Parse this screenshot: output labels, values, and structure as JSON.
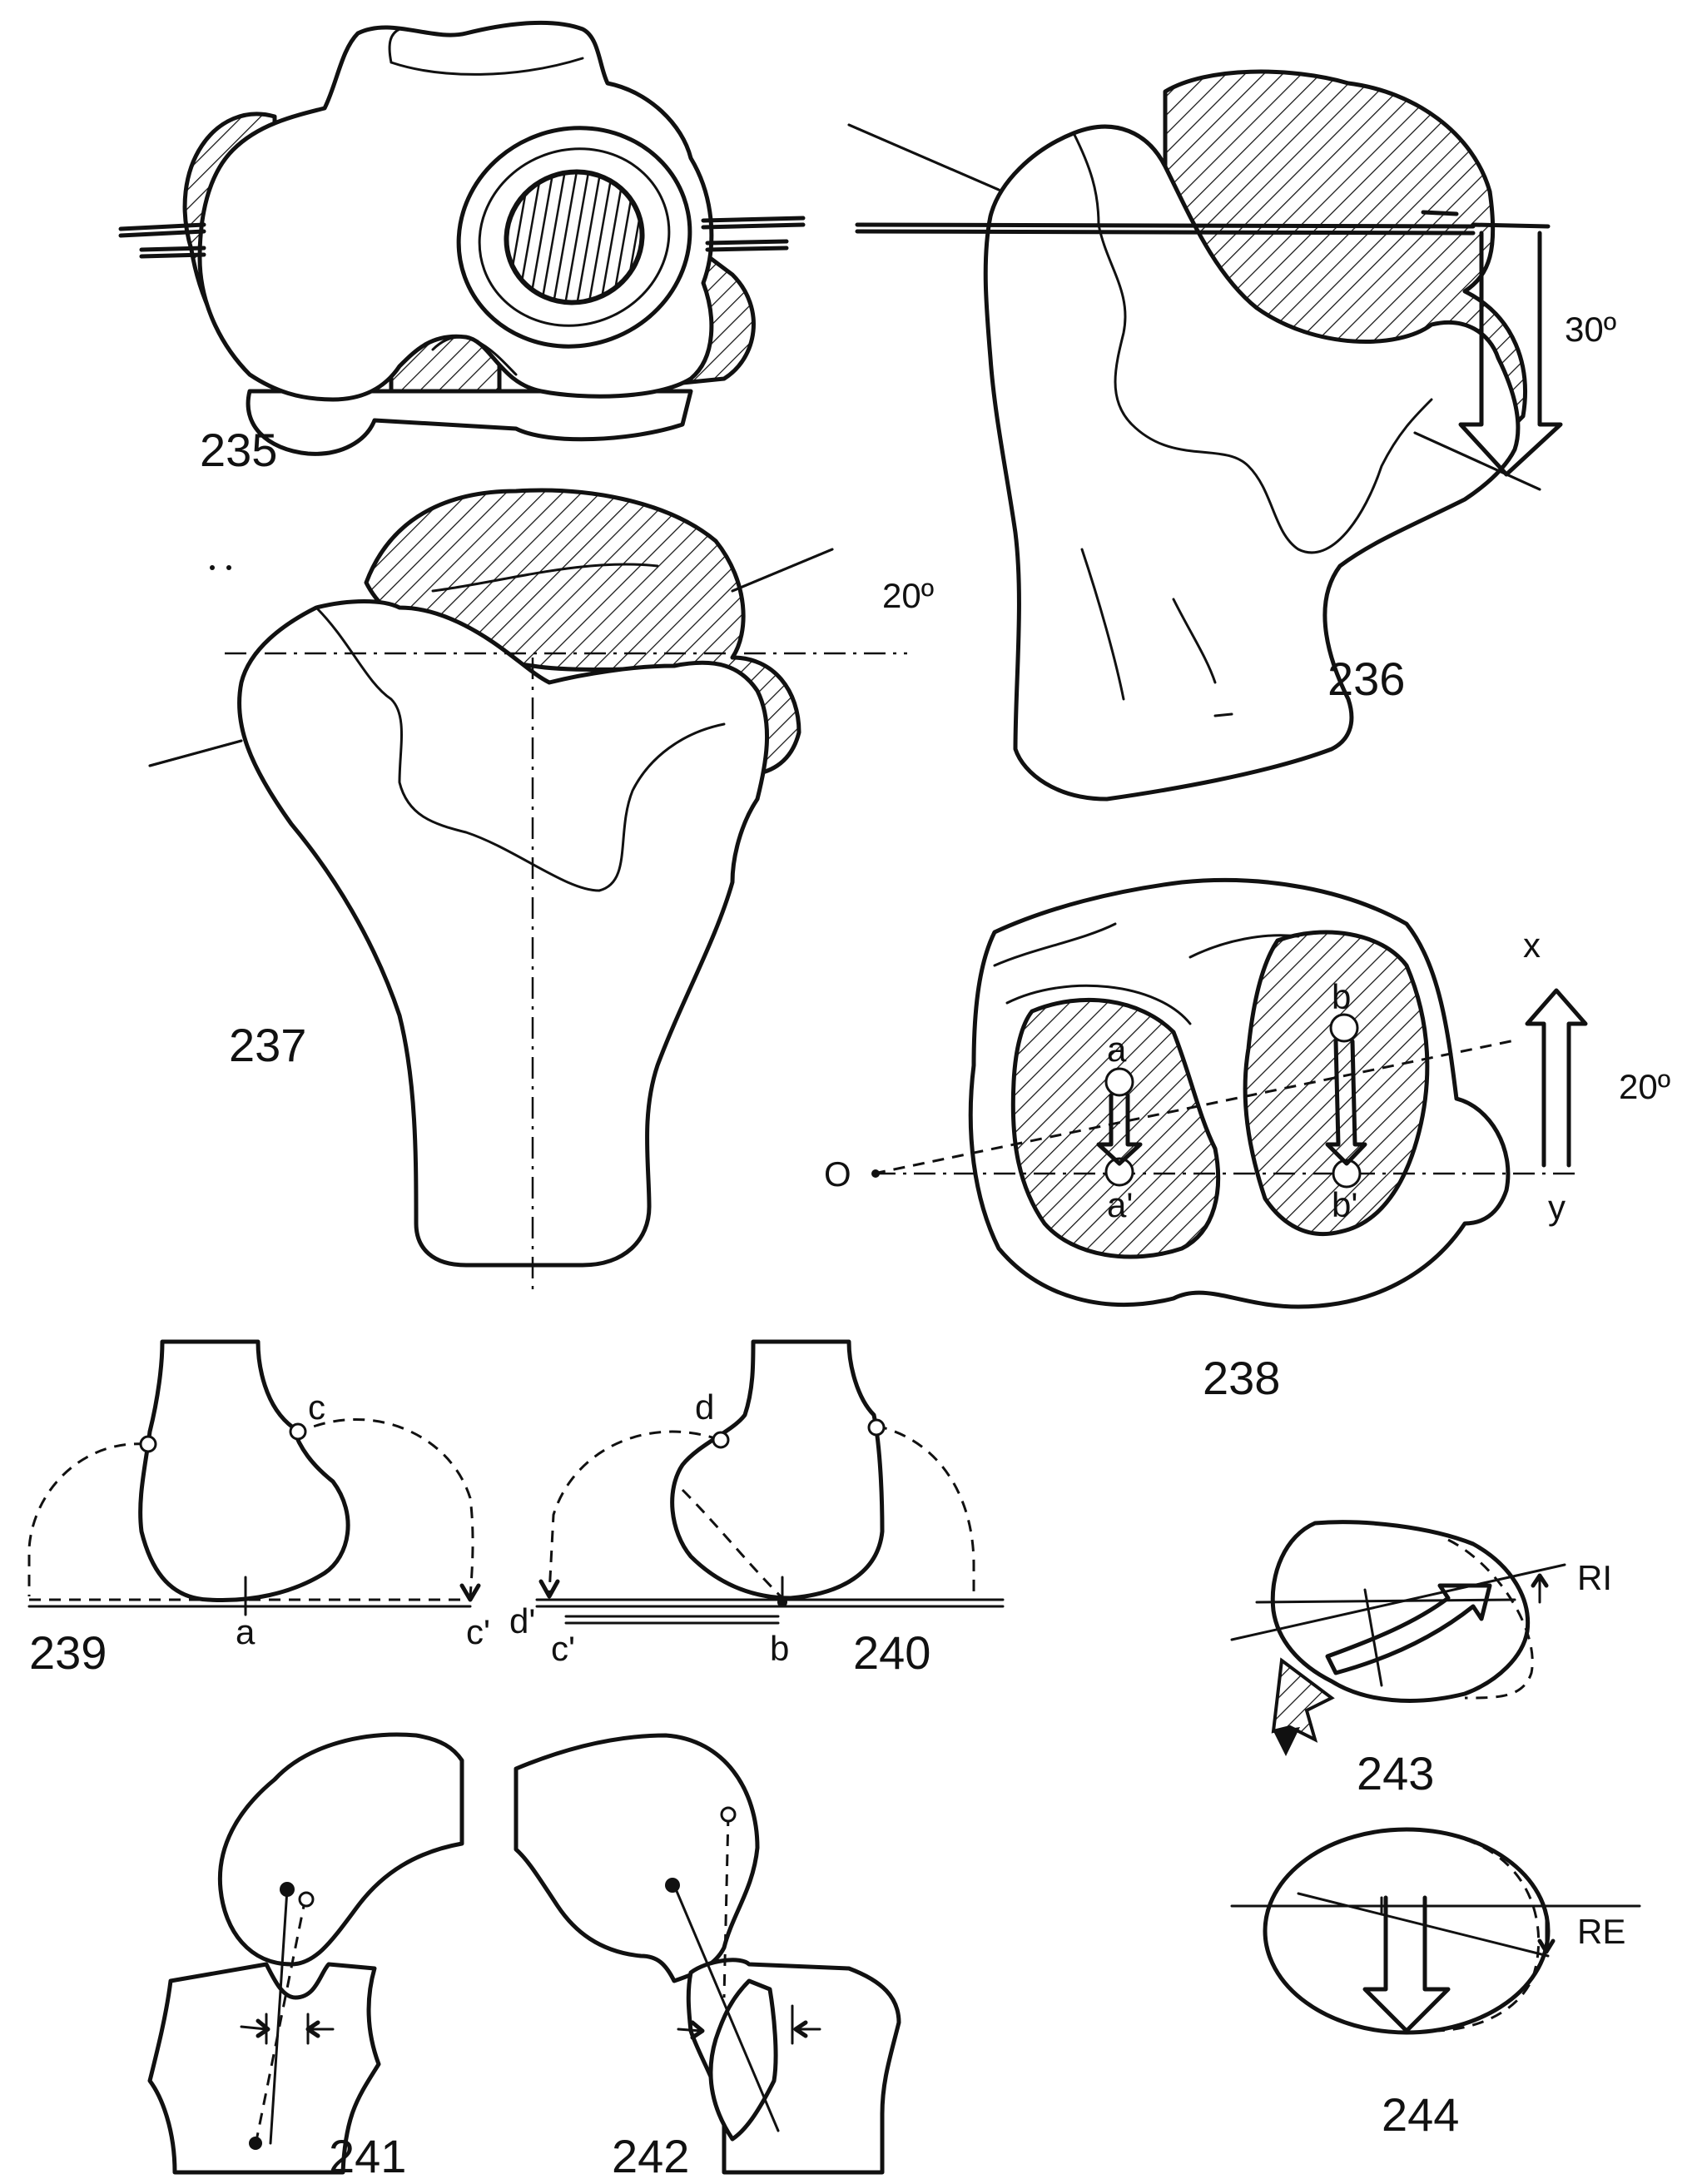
{
  "figures": [
    {
      "number": "235"
    },
    {
      "number": "236",
      "angle_label": "30º"
    },
    {
      "number": "237",
      "angle_label": "20º"
    },
    {
      "number": "238",
      "angle_label": "20º",
      "point_labels": [
        "x",
        "y",
        "O",
        "a",
        "a'",
        "b",
        "b'"
      ]
    },
    {
      "number": "239",
      "point_labels": [
        "c",
        "a",
        "c'"
      ]
    },
    {
      "number": "240",
      "point_labels": [
        "d",
        "d'",
        "c'",
        "b"
      ]
    },
    {
      "number": "241"
    },
    {
      "number": "242"
    },
    {
      "number": "243",
      "rotation_label": "RI"
    },
    {
      "number": "244",
      "rotation_label": "RE"
    }
  ],
  "colors": {
    "ink": "#111111",
    "paper": "#ffffff"
  }
}
